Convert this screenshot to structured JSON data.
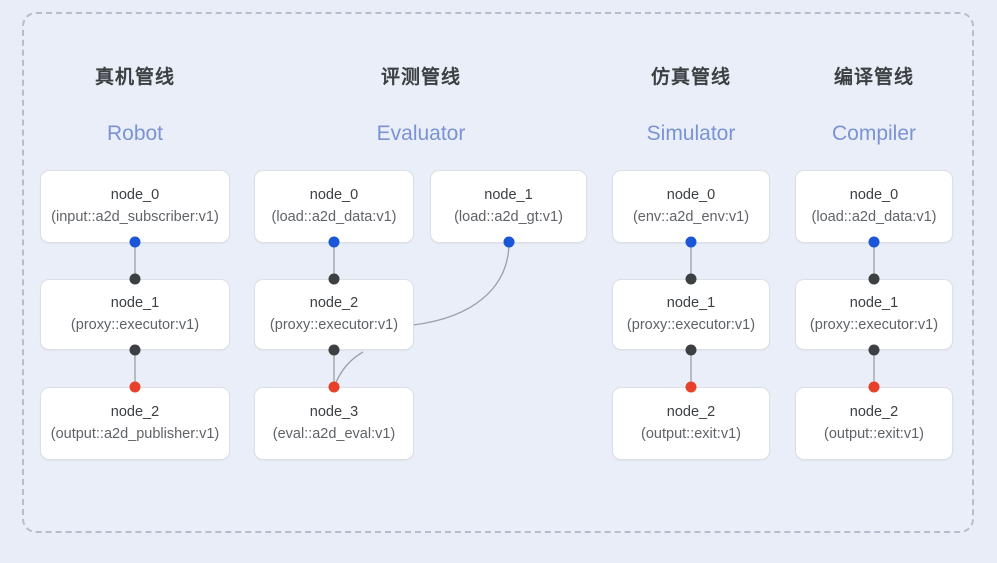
{
  "panel": {
    "background_color": "#e9eef8",
    "border_color": "#b6bece",
    "border_style": "dashed"
  },
  "palette": {
    "heading_cn_color": "#3c4043",
    "heading_en_color": "#7b93d4",
    "node_text_color": "#3c4043",
    "node_subtext_color": "#5f6368",
    "node_fill": "#ffffff",
    "node_border": "#dcdfe4",
    "edge_color": "#9aa0a6",
    "dot_input_color": "#1a56d6",
    "dot_internal_color": "#3c4043",
    "dot_output_color": "#e8412a"
  },
  "columns": [
    {
      "id": "robot",
      "title_cn": "真机管线",
      "title_en": "Robot",
      "nodes": [
        {
          "name": "node_0",
          "type": "(input::a2d_subscriber:v1)"
        },
        {
          "name": "node_1",
          "type": "(proxy::executor:v1)"
        },
        {
          "name": "node_2",
          "type": "(output::a2d_publisher:v1)"
        }
      ]
    },
    {
      "id": "evaluator",
      "title_cn": "评测管线",
      "title_en": "Evaluator",
      "nodes": [
        {
          "name": "node_0",
          "type": "(load::a2d_data:v1)"
        },
        {
          "name": "node_1",
          "type": "(load::a2d_gt:v1)"
        },
        {
          "name": "node_2",
          "type": "(proxy::executor:v1)"
        },
        {
          "name": "node_3",
          "type": "(eval::a2d_eval:v1)"
        }
      ]
    },
    {
      "id": "simulator",
      "title_cn": "仿真管线",
      "title_en": "Simulator",
      "nodes": [
        {
          "name": "node_0",
          "type": "(env::a2d_env:v1)"
        },
        {
          "name": "node_1",
          "type": "(proxy::executor:v1)"
        },
        {
          "name": "node_2",
          "type": "(output::exit:v1)"
        }
      ]
    },
    {
      "id": "compiler",
      "title_cn": "编译管线",
      "title_en": "Compiler",
      "nodes": [
        {
          "name": "node_0",
          "type": "(load::a2d_data:v1)"
        },
        {
          "name": "node_1",
          "type": "(proxy::executor:v1)"
        },
        {
          "name": "node_2",
          "type": "(output::exit:v1)"
        }
      ]
    }
  ]
}
